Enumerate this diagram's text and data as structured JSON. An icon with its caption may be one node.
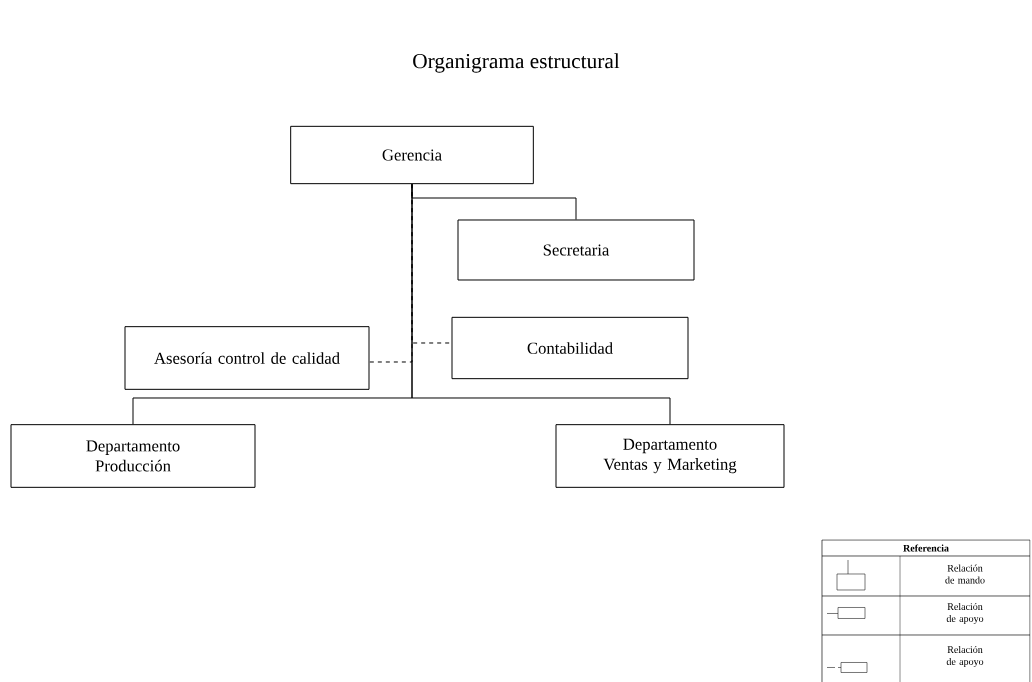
{
  "diagram": {
    "title": "Organigrama estructural",
    "nodes": [
      {
        "text": [
          "Gerencia"
        ]
      },
      {
        "text": [
          "Secretaria"
        ]
      },
      {
        "text": [
          "Asesoría control de calidad"
        ]
      },
      {
        "text": [
          "Contabilidad"
        ]
      },
      {
        "text": [
          "Departamento Producción"
        ]
      },
      {
        "text": [
          "Departamento Ventas y Marketing"
        ]
      }
    ],
    "edges": [
      {
        "from": 0,
        "to": 1,
        "arrow": "none"
      },
      {
        "from": 0,
        "to": 2,
        "arrow": "none",
        "style": "dashed"
      },
      {
        "from": 0,
        "to": 3,
        "arrow": "none",
        "style": "dashed"
      },
      {
        "from": 0,
        "to": 4,
        "arrow": "none"
      },
      {
        "from": 0,
        "to": 5,
        "arrow": "none"
      }
    ],
    "labels": [
      "Referencia"
    ],
    "legend": [
      {
        "text": "Relación de mando"
      },
      {
        "text": "Relación de apoyo"
      },
      {
        "text": "Relación de apoyo"
      }
    ]
  }
}
